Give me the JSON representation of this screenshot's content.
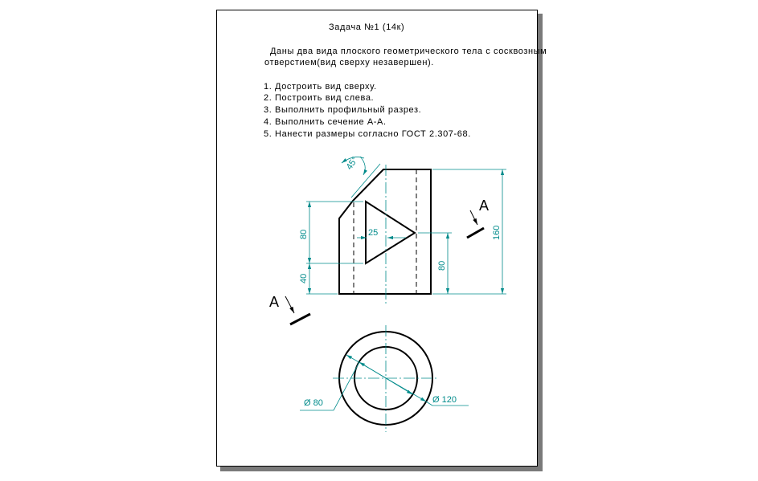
{
  "document": {
    "title": "Задача №1 (14к)",
    "intro": [
      "Даны два вида плоского геометрического тела с сосквозным",
      "отверстием(вид сверху незавершен)."
    ],
    "tasks": [
      "1. Достроить вид сверху.",
      "2. Построить вид слева.",
      "3. Выполнить профильный разрез.",
      "4. Выполнить сечение А-А.",
      "5. Нанести размеры согласно ГОСТ 2.307-68."
    ]
  },
  "drawing": {
    "dimensions": {
      "angle": "45°",
      "hole_offset": "25",
      "height_80_left": "80",
      "height_40_left": "40",
      "height_80_right": "80",
      "height_total": "160",
      "dia_inner": "Ø 80",
      "dia_outer": "Ø 120"
    },
    "section_marks": {
      "upper": "A",
      "lower": "A"
    },
    "colors": {
      "outline": "#000000",
      "dimension": "#008b8b"
    }
  }
}
